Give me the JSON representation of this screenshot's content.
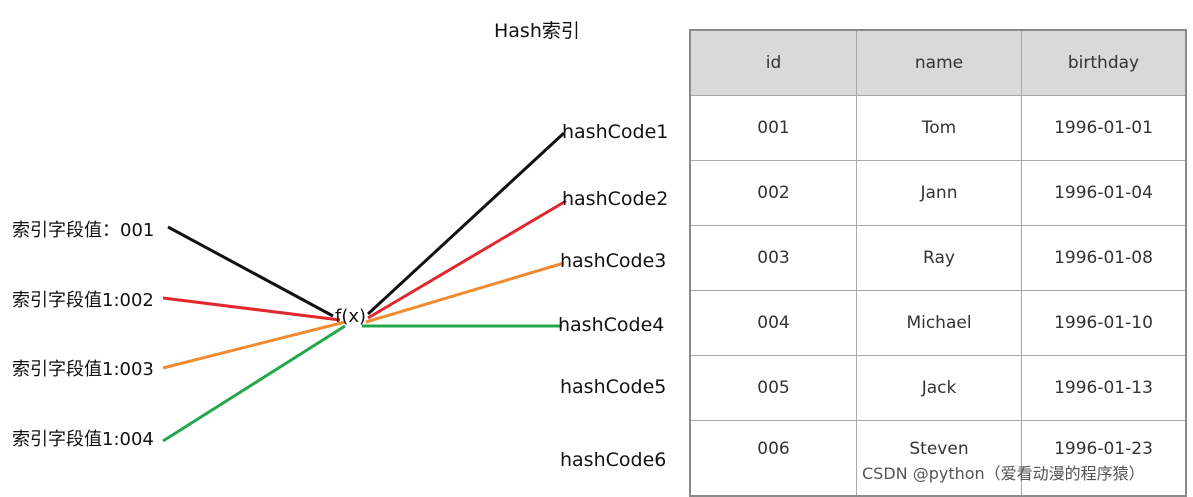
{
  "title": "Hash索引",
  "function_label": "f(x)",
  "key_labels": [
    "索引字段值：001",
    "索引字段值1:002",
    "索引字段值1:003",
    "索引字段值1:004"
  ],
  "hash_codes": [
    "hashCode1",
    "hashCode2",
    "hashCode3",
    "hashCode4",
    "hashCode5",
    "hashCode6"
  ],
  "line_colors": {
    "black": "#111111",
    "red": "#e0282e",
    "orange": "#f28a30",
    "green": "#22a84a"
  },
  "table": {
    "headers": [
      "id",
      "name",
      "birthday"
    ],
    "rows": [
      [
        "001",
        "Tom",
        "1996-01-01"
      ],
      [
        "002",
        "Jann",
        "1996-01-04"
      ],
      [
        "003",
        "Ray",
        "1996-01-08"
      ],
      [
        "004",
        "Michael",
        "1996-01-10"
      ],
      [
        "005",
        "Jack",
        "1996-01-13"
      ],
      [
        "006",
        "Steven",
        "1996-01-23"
      ]
    ]
  },
  "watermark": "CSDN @python（爱看动漫的程序猿）"
}
